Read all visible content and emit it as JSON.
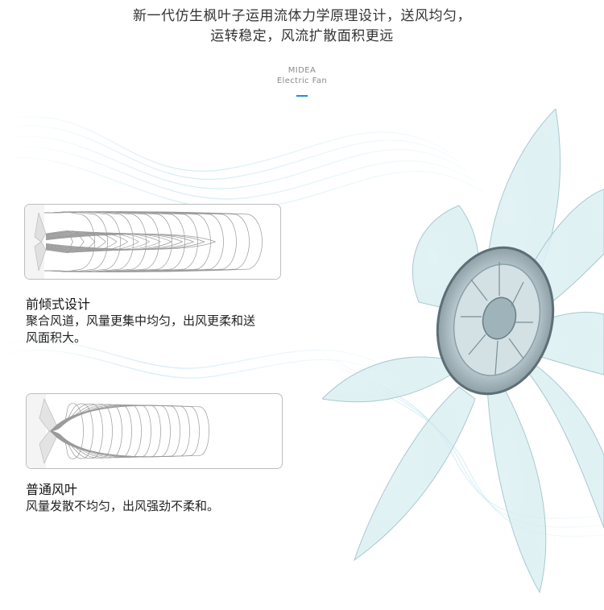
{
  "headline": {
    "line1": "新一代仿生枫叶子运用流体力学原理设计，送风均匀，",
    "line2": "运转稳定，风流扩散面积更远"
  },
  "brand": {
    "name": "MIDEA",
    "sub": "Electric Fan",
    "accent": "#1e8fd6"
  },
  "features": [
    {
      "title": "前倾式设计",
      "desc_line1": "聚合风道，风量更集中均匀，出风更柔和送",
      "desc_line2": "风面积大。"
    },
    {
      "title": "普通风叶",
      "desc_line1": "风量发散不均匀，出风强劲不柔和。"
    }
  ],
  "icons": {
    "top_diagram": "airflow-focused-diagram-icon",
    "bottom_diagram": "airflow-spread-diagram-icon",
    "fan": "fan-blade-icon"
  }
}
